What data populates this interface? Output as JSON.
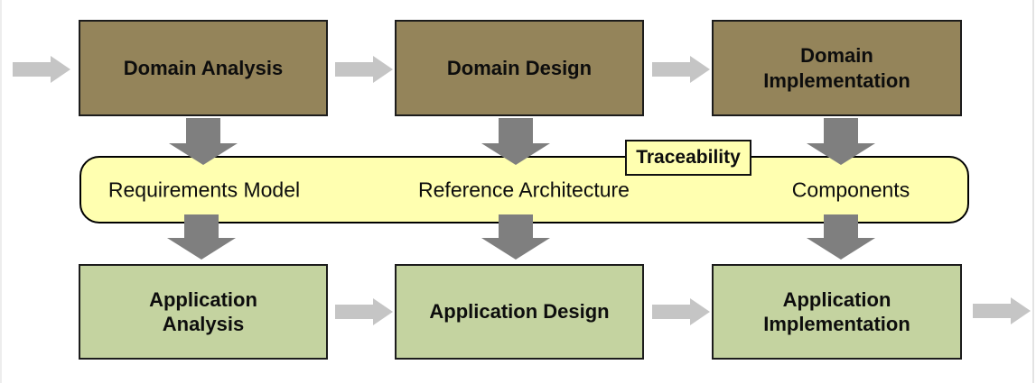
{
  "diagram": {
    "domain_row": {
      "boxes": [
        {
          "label": "Domain Analysis"
        },
        {
          "label": "Domain Design"
        },
        {
          "label": "Domain Implementation"
        }
      ]
    },
    "artifact_band": {
      "labels": [
        "Requirements Model",
        "Reference Architecture",
        "Components"
      ],
      "tag_label": "Traceability"
    },
    "application_row": {
      "boxes": [
        {
          "label": "Application Analysis"
        },
        {
          "label": "Application Design"
        },
        {
          "label": "Application Implementation"
        }
      ]
    },
    "colors": {
      "domain_box_fill": "#94845A",
      "application_box_fill": "#C4D3A0",
      "band_fill": "#FFFFB0",
      "flow_arrow_light_gray": "#C5C5C5",
      "mapping_arrow_dark_gray": "#7F7F7F",
      "box_border": "#1C1C1C"
    }
  }
}
